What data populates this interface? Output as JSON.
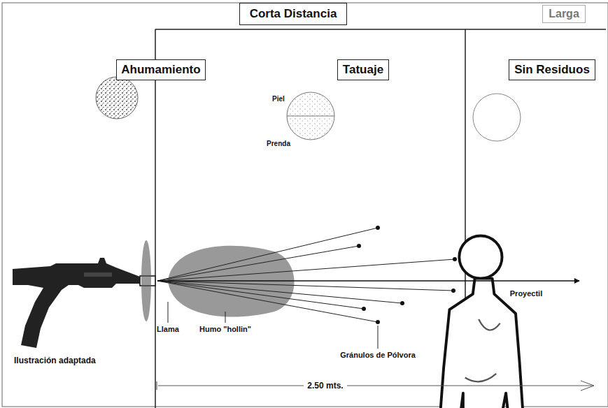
{
  "diagram": {
    "nodes": [
      {
        "text": [
          "Corta Distancia"
        ]
      },
      {
        "text": [
          "Larga"
        ]
      },
      {
        "text": [
          "Ahumamiento"
        ]
      },
      {
        "text": [
          "Tatuaje"
        ]
      },
      {
        "text": [
          "Sin Residuos"
        ]
      }
    ],
    "labels": [
      "Piel",
      "Prenda",
      "Llama",
      "Humo \"hollin\"",
      "Gránulos de Pólvora",
      "Proyectil",
      "Ilustración adaptada",
      "2.50 mts."
    ]
  }
}
